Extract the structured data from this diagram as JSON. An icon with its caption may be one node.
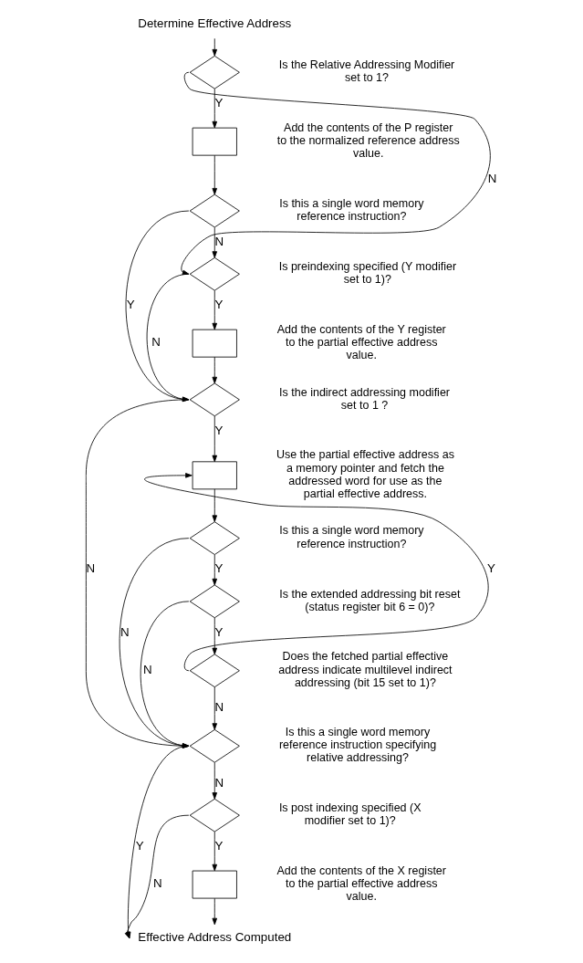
{
  "diagram": {
    "nodes": [
      {
        "text": [
          "Determine Effective Address"
        ]
      },
      {
        "text": [],
        "shape": "diamond",
        "beside": [
          "Is the Relative Addressing Modifier set to 1?"
        ]
      },
      {
        "text": [],
        "shape": "box",
        "beside": [
          "Add the contents of the P register to the normalized reference address value."
        ]
      },
      {
        "text": [],
        "shape": "diamond",
        "beside": [
          "Is this a single word memory reference instruction?"
        ]
      },
      {
        "text": [],
        "shape": "diamond",
        "beside": [
          "Is preindexing specified (Y modifier set to 1)?"
        ]
      },
      {
        "text": [],
        "shape": "box",
        "beside": [
          "Add the contents of the Y register to the partial effective address value."
        ]
      },
      {
        "text": [],
        "shape": "diamond",
        "beside": [
          "Is the indirect addressing modifier set to 1 ?"
        ]
      },
      {
        "text": [],
        "shape": "box",
        "beside": [
          "Use the partial effective address as a memory pointer and fetch the addressed word for use as the partial effective address."
        ]
      },
      {
        "text": [],
        "shape": "diamond",
        "beside": [
          "Is this a single word memory reference instruction?"
        ]
      },
      {
        "text": [],
        "shape": "diamond",
        "beside": [
          "Is the extended addressing bit reset (status register bit 6 = 0)?"
        ]
      },
      {
        "text": [],
        "shape": "diamond",
        "beside": [
          "Does the fetched partial effective address indicate multilevel indirect addressing (bit 15 set to 1)?"
        ]
      },
      {
        "text": [],
        "shape": "diamond",
        "beside": [
          "Is this a single word memory reference instruction specifying relative addressing?"
        ]
      },
      {
        "text": [],
        "shape": "diamond",
        "beside": [
          "Is post indexing specified (X modifier set to 1)?"
        ]
      },
      {
        "text": [],
        "shape": "box",
        "beside": [
          "Add the contents of the X register to the partial effective address value."
        ]
      },
      {
        "text": [
          "Effective Address Computed"
        ]
      }
    ],
    "edges": [
      {
        "from": 0,
        "to": 1,
        "arrow": "to"
      },
      {
        "from": 1,
        "to": 2,
        "arrow": "to",
        "label": "Y"
      },
      {
        "from": 1,
        "to": 4,
        "arrow": "to",
        "label": "N"
      },
      {
        "from": 2,
        "to": 3,
        "arrow": "to"
      },
      {
        "from": 3,
        "to": 4,
        "arrow": "to",
        "label": "N"
      },
      {
        "from": 3,
        "to": 6,
        "arrow": "to",
        "label": "Y"
      },
      {
        "from": 4,
        "to": 5,
        "arrow": "to",
        "label": "Y"
      },
      {
        "from": 4,
        "to": 6,
        "arrow": "to",
        "label": "N"
      },
      {
        "from": 5,
        "to": 6,
        "arrow": "to"
      },
      {
        "from": 6,
        "to": 7,
        "arrow": "to",
        "label": "Y"
      },
      {
        "from": 6,
        "to": 11,
        "arrow": "to",
        "label": "N"
      },
      {
        "from": 7,
        "to": 8,
        "arrow": "to"
      },
      {
        "from": 8,
        "to": 9,
        "arrow": "to",
        "label": "Y"
      },
      {
        "from": 8,
        "to": 11,
        "arrow": "to",
        "label": "N"
      },
      {
        "from": 9,
        "to": 10,
        "arrow": "to",
        "label": "Y"
      },
      {
        "from": 9,
        "to": 11,
        "arrow": "to",
        "label": "N"
      },
      {
        "from": 10,
        "to": 7,
        "arrow": "to",
        "label": "Y"
      },
      {
        "from": 10,
        "to": 11,
        "arrow": "to",
        "label": "N"
      },
      {
        "from": 11,
        "to": 14,
        "arrow": "to",
        "label": "Y"
      },
      {
        "from": 11,
        "to": 12,
        "arrow": "to",
        "label": "N"
      },
      {
        "from": 12,
        "to": 13,
        "arrow": "to",
        "label": "Y"
      },
      {
        "from": 12,
        "to": 14,
        "arrow": "to",
        "label": "N"
      },
      {
        "from": 13,
        "to": 14,
        "arrow": "to"
      }
    ]
  }
}
